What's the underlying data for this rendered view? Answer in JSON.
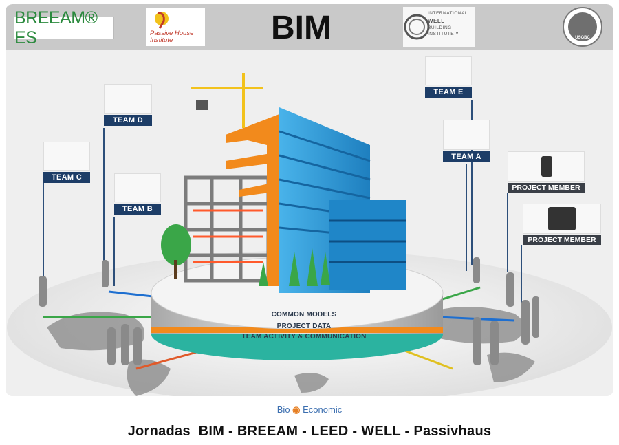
{
  "header": {
    "breeam": "BREEAM® ES",
    "passive_house": "Passive House Institute",
    "bim": "BIM",
    "well_line1": "INTERNATIONAL",
    "well_line2": "WELL",
    "well_line3": "BUILDING",
    "well_line4": "INSTITUTE™",
    "usgbc": "USGBC"
  },
  "teams": {
    "team_c": "TEAM C",
    "team_d": "TEAM D",
    "team_b": "TEAM B",
    "team_e": "TEAM E",
    "team_a": "TEAM A",
    "member_1": "PROJECT MEMBER",
    "member_2": "PROJECT MEMBER"
  },
  "platform": {
    "common_models": "COMMON MODELS",
    "project_data": "PROJECT DATA",
    "team_activity": "TEAM ACTIVITY & COMMUNICATION"
  },
  "footer": {
    "brand_bio": "Bio",
    "brand_economic": "Economic",
    "title": "Jornadas  BIM - BREEAM - LEED - WELL - Passivhaus"
  },
  "colors": {
    "team_label": "#1d3d67",
    "member_label": "#3a3f47",
    "building_blue": "#2f9bd6",
    "building_orange": "#f28a1c",
    "green": "#3aa648"
  }
}
